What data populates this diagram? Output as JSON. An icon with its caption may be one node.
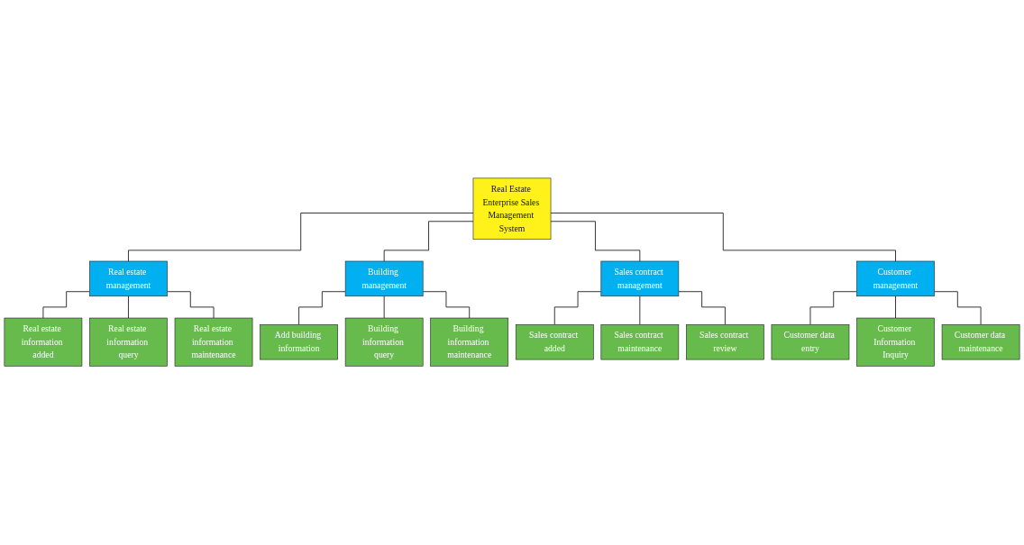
{
  "diagram": {
    "nodes": [
      {
        "text": [
          "Real Estate Enterprise Sales Management System"
        ]
      },
      {
        "text": [
          "Real estate management"
        ]
      },
      {
        "text": [
          "Building management"
        ]
      },
      {
        "text": [
          "Sales contract management"
        ]
      },
      {
        "text": [
          "Customer management"
        ]
      },
      {
        "text": [
          "Real estate information added"
        ]
      },
      {
        "text": [
          "Real estate information query"
        ]
      },
      {
        "text": [
          "Real estate information maintenance"
        ]
      },
      {
        "text": [
          "Add building information"
        ]
      },
      {
        "text": [
          "Building information query"
        ]
      },
      {
        "text": [
          "Building information maintenance"
        ]
      },
      {
        "text": [
          "Sales contract added"
        ]
      },
      {
        "text": [
          "Sales contract maintenance"
        ]
      },
      {
        "text": [
          "Sales contract review"
        ]
      },
      {
        "text": [
          "Customer data entry"
        ]
      },
      {
        "text": [
          "Customer Information Inquiry"
        ]
      },
      {
        "text": [
          "Customer data maintenance"
        ]
      }
    ],
    "edges": [
      {
        "from": 0,
        "to": 1,
        "arrow": "none"
      },
      {
        "from": 0,
        "to": 2,
        "arrow": "none"
      },
      {
        "from": 0,
        "to": 3,
        "arrow": "none"
      },
      {
        "from": 0,
        "to": 4,
        "arrow": "none"
      },
      {
        "from": 1,
        "to": 5,
        "arrow": "none"
      },
      {
        "from": 1,
        "to": 6,
        "arrow": "none"
      },
      {
        "from": 1,
        "to": 7,
        "arrow": "none"
      },
      {
        "from": 2,
        "to": 8,
        "arrow": "none"
      },
      {
        "from": 2,
        "to": 9,
        "arrow": "none"
      },
      {
        "from": 2,
        "to": 10,
        "arrow": "none"
      },
      {
        "from": 3,
        "to": 11,
        "arrow": "none"
      },
      {
        "from": 3,
        "to": 12,
        "arrow": "none"
      },
      {
        "from": 3,
        "to": 13,
        "arrow": "none"
      },
      {
        "from": 4,
        "to": 14,
        "arrow": "none"
      },
      {
        "from": 4,
        "to": 15,
        "arrow": "none"
      },
      {
        "from": 4,
        "to": 16,
        "arrow": "none"
      }
    ]
  }
}
